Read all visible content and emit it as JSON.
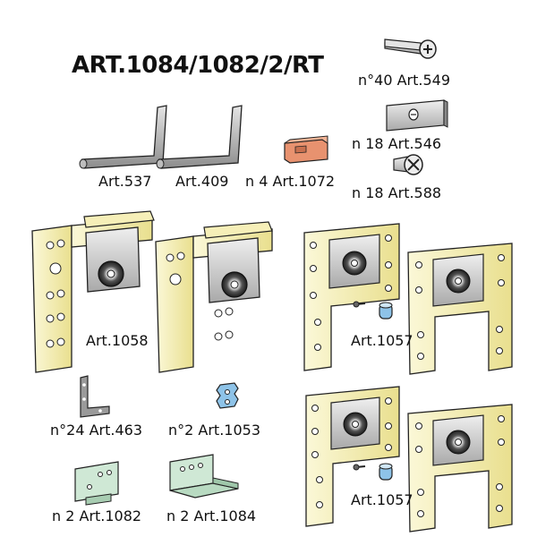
{
  "title": "ART.1084/1082/2/RT",
  "labels": {
    "screw_549": "n°40 Art.549",
    "plate_546": "n 18 Art.546",
    "screw_588": "n 18 Art.588",
    "key_537": "Art.537",
    "key_409": "Art.409",
    "stopper_1072": "n 4 Art.1072",
    "bracket_1058": "Art.1058",
    "bracket_1057_top": "Art.1057",
    "bracket_463": "n°24 Art.463",
    "clip_1053": "n°2 Art.1053",
    "bracket_1057_bottom": "Art.1057",
    "plate_1082": "n 2 Art.1082",
    "plate_1084": "n 2 Art.1084"
  },
  "colors": {
    "brass": "#f3eeb0",
    "metal": "#c9c9c9",
    "dark_metal": "#555555",
    "stopper": "#e8926f",
    "blue_part": "#8ec3e8",
    "green_plate": "#cfe8d5"
  }
}
